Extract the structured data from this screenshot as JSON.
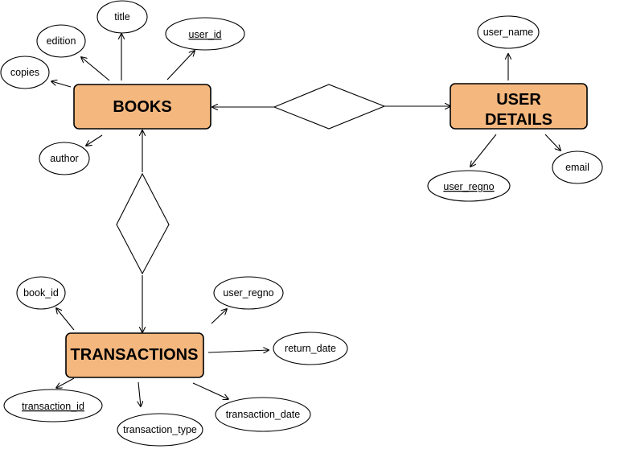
{
  "entities": {
    "books": {
      "label": "BOOKS"
    },
    "user_details": {
      "label_line1": "USER",
      "label_line2": "DETAILS"
    },
    "transactions": {
      "label": "TRANSACTIONS"
    }
  },
  "attributes": {
    "title": "title",
    "edition": "edition",
    "copies": "copies",
    "author": "author",
    "books_user_id": "user_id",
    "user_name": "user_name",
    "email": "email",
    "user_regno": "user_regno",
    "book_id": "book_id",
    "tx_user_regno": "user_regno",
    "return_date": "return_date",
    "transaction_id": "transaction_id",
    "transaction_type": "transaction_type",
    "transaction_date": "transaction_date"
  },
  "key_attributes": [
    "books_user_id",
    "user_regno",
    "transaction_id"
  ],
  "colors": {
    "entity_fill": "#f4b77e",
    "stroke": "#000000",
    "background": "#ffffff"
  }
}
